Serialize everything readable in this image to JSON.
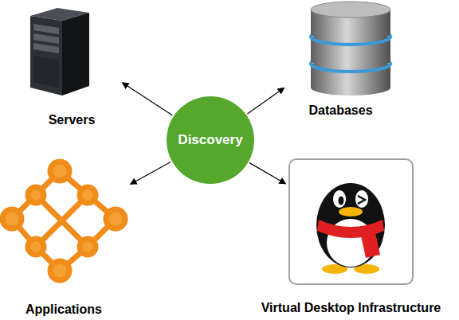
{
  "diagram": {
    "nodes": [
      {
        "text": [
          "Servers"
        ]
      },
      {
        "text": [
          "Databases"
        ]
      },
      {
        "text": [
          "Discovery"
        ]
      },
      {
        "text": [
          "Applications"
        ]
      },
      {
        "text": [
          "Virtual Desktop Infrastructure"
        ]
      }
    ],
    "edges": [
      {
        "from": 2,
        "to": 0,
        "arrow": "to"
      },
      {
        "from": 2,
        "to": 1,
        "arrow": "to"
      },
      {
        "from": 2,
        "to": 3,
        "arrow": "to"
      },
      {
        "from": 2,
        "to": 4,
        "arrow": "to"
      }
    ]
  }
}
